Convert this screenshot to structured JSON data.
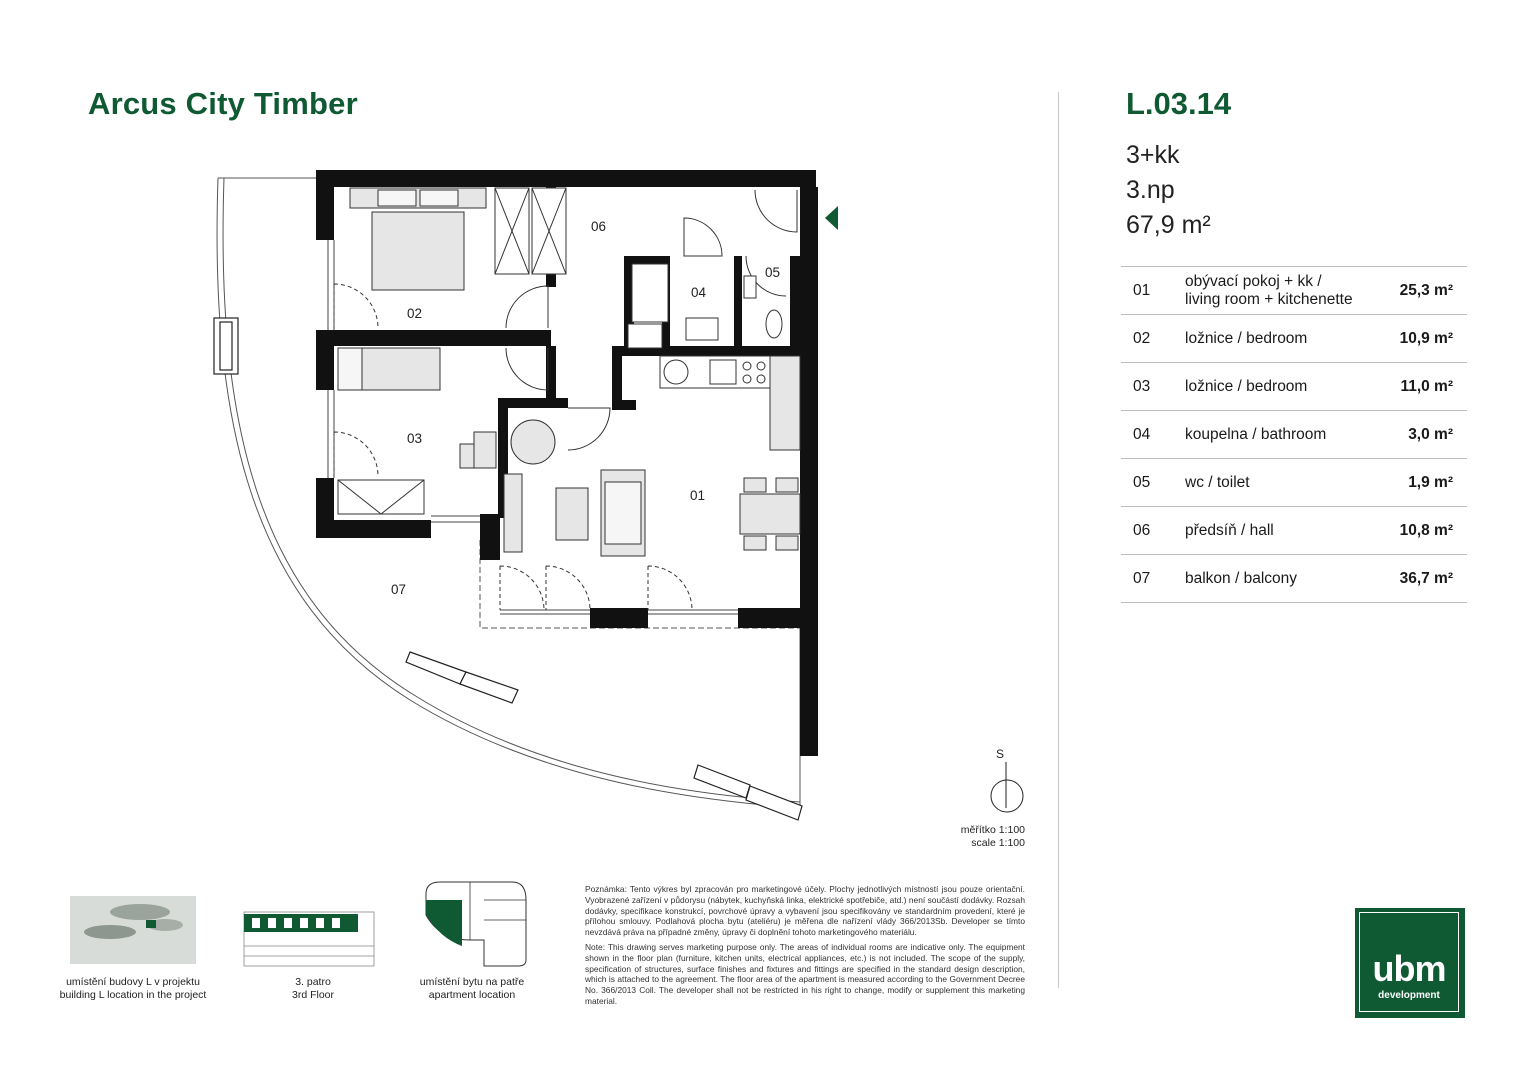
{
  "header": {
    "project_title": "Arcus City Timber",
    "unit_code": "L.03.14",
    "layout": "3+kk",
    "floor": "3.np",
    "total_area": "67,9 m²"
  },
  "rooms": [
    {
      "num": "01",
      "name": "obývací pokoj + kk /",
      "name2": "living room + kitchenette",
      "area": "25,3 m²"
    },
    {
      "num": "02",
      "name": "ložnice / bedroom",
      "name2": "",
      "area": "10,9 m²"
    },
    {
      "num": "03",
      "name": "ložnice / bedroom",
      "name2": "",
      "area": "11,0 m²"
    },
    {
      "num": "04",
      "name": "koupelna / bathroom",
      "name2": "",
      "area": "3,0 m²"
    },
    {
      "num": "05",
      "name": "wc / toilet",
      "name2": "",
      "area": "1,9 m²"
    },
    {
      "num": "06",
      "name": "předsíň / hall",
      "name2": "",
      "area": "10,8 m²"
    },
    {
      "num": "07",
      "name": "balkon / balcony",
      "name2": "",
      "area": "36,7 m²"
    }
  ],
  "plan_labels": {
    "r01": "01",
    "r02": "02",
    "r03": "03",
    "r04": "04",
    "r05": "05",
    "r06": "06",
    "r07": "07"
  },
  "compass": {
    "letter": "S"
  },
  "scale": {
    "line1": "měřítko 1:100",
    "line2": "scale 1:100"
  },
  "thumbnails": [
    {
      "line1": "umístění budovy L v projektu",
      "line2": "building L location in the project"
    },
    {
      "line1": "3. patro",
      "line2": "3rd Floor"
    },
    {
      "line1": "umístění bytu na patře",
      "line2": "apartment location"
    }
  ],
  "note": {
    "cz": "Poznámka: Tento výkres byl zpracován pro marketingové účely. Plochy jednotlivých místností jsou pouze orientační. Vyobrazené zařízení v půdorysu (nábytek, kuchyňská linka, elektrické spotřebiče, atd.) není součástí dodávky. Rozsah dodávky, specifikace konstrukcí, povrchové úpravy a vybavení jsou specifikovány ve standardním provedení, které je přílohou smlouvy. Podlahová plocha bytu (ateliéru) je měřena dle nařízení vlády 366/2013Sb. Developer se tímto nevzdává práva na případné změny, úpravy či doplnění tohoto marketingového materiálu.",
    "en": "Note: This drawing serves marketing purpose only. The areas of individual rooms are indicative only. The equipment shown in the floor plan (furniture, kitchen units, electrical appliances, etc.) is not included. The scope of the supply, specification of structures, surface finishes and fixtures and fittings are specified in the standard design description, which is attached to the agreement. The floor area of the apartment is measured according to the Government Decree No. 366/2013 Coll. The developer shall not be restricted in his right to change, modify or supplement this marketing material."
  },
  "logo": {
    "brand": "ubm",
    "sub": "development"
  },
  "colors": {
    "brand_green": "#0f5a32",
    "wall": "#111111",
    "furniture_fill": "#e6e6e6"
  }
}
